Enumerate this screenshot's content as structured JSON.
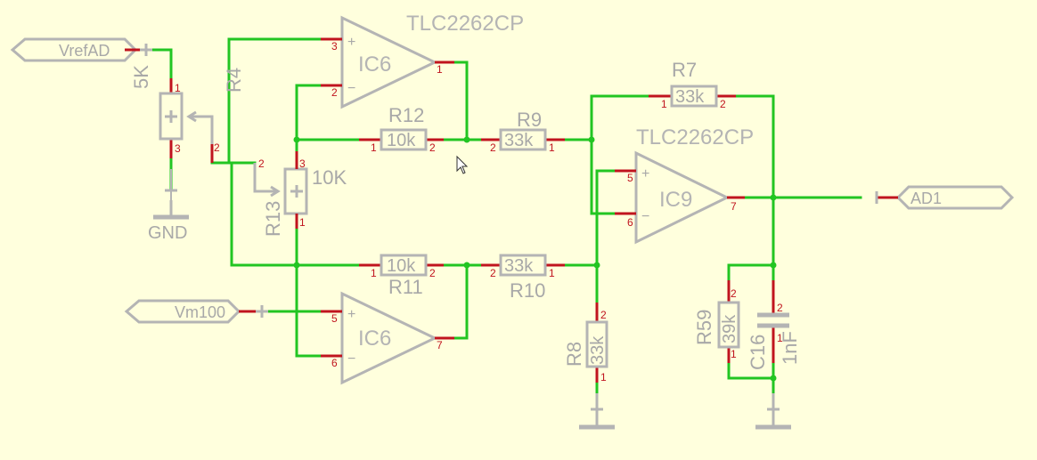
{
  "ports": {
    "vrefad": "VrefAD",
    "vm100": "Vm100",
    "ad1": "AD1"
  },
  "labels": {
    "pot_value": "5K",
    "r4": "R4",
    "gnd": "GND",
    "ic6_part": "TLC2262CP",
    "ic6_top_name": "IC6",
    "ic6_bot_name": "IC6",
    "r12": "R12",
    "r12_value": "10k",
    "r9": "R9",
    "r9_value": "33k",
    "r13": "R13",
    "r13_value": "10K",
    "r11": "R11",
    "r11_value": "10k",
    "r10": "R10",
    "r10_value": "33k",
    "r7": "R7",
    "r7_value": "33k",
    "ic9_part": "TLC2262CP",
    "ic9_name": "IC9",
    "r8": "R8",
    "r8_value": "33k",
    "r59": "R59",
    "r59_value": "39k",
    "c16": "C16",
    "c16_value": "1nF"
  },
  "pins": {
    "p1": "1",
    "p2": "2",
    "p3": "3",
    "p5": "5",
    "p6": "6",
    "p7": "7"
  },
  "colors": {
    "background": "#FFFFDD",
    "wire": "#22C522",
    "pin": "#C0141E",
    "symbol": "#B4B4B4"
  }
}
